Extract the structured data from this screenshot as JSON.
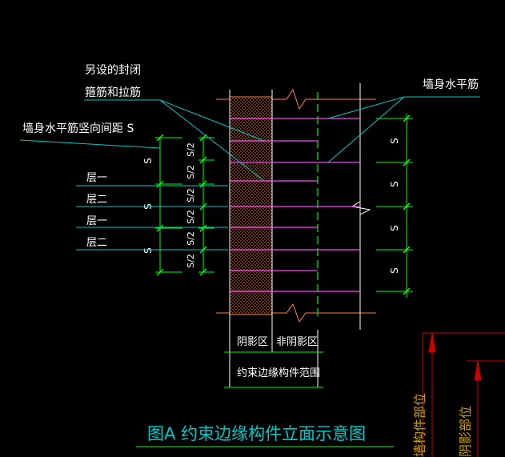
{
  "labels": {
    "closed_stirrup": [
      "另设的封闭",
      "箍筋和拉筋"
    ],
    "wall_horizontal_bar": "墙身水平筋",
    "wall_bar_spacing": "墙身水平筋竖向间距 S",
    "layer_1": "层一",
    "layer_2": "层二",
    "layer_3": "层一",
    "layer_4": "层二",
    "shaded_zone": "阴影区",
    "non_shaded_zone": "非阴影区",
    "edge_member_range": "约束边缘构件范围",
    "figure_title": "图A    约束边缘构件立面示意图",
    "dim_s": "S",
    "dim_s_half": "S/2",
    "right_part_1": "墙构件部位",
    "right_part_2": "阴影部位"
  },
  "colors": {
    "background": "#000000",
    "label_text": "#ffffff",
    "leader_cyan": "#00c8c8",
    "hatch_orange": "#ff8040",
    "rebar_magenta": "#ff40ff",
    "dim_green": "#00ff00",
    "dashed_green": "#00ff00",
    "figure_title": "#00c8c8",
    "red_dim": "#c80000",
    "right_text": "#c8a000"
  }
}
